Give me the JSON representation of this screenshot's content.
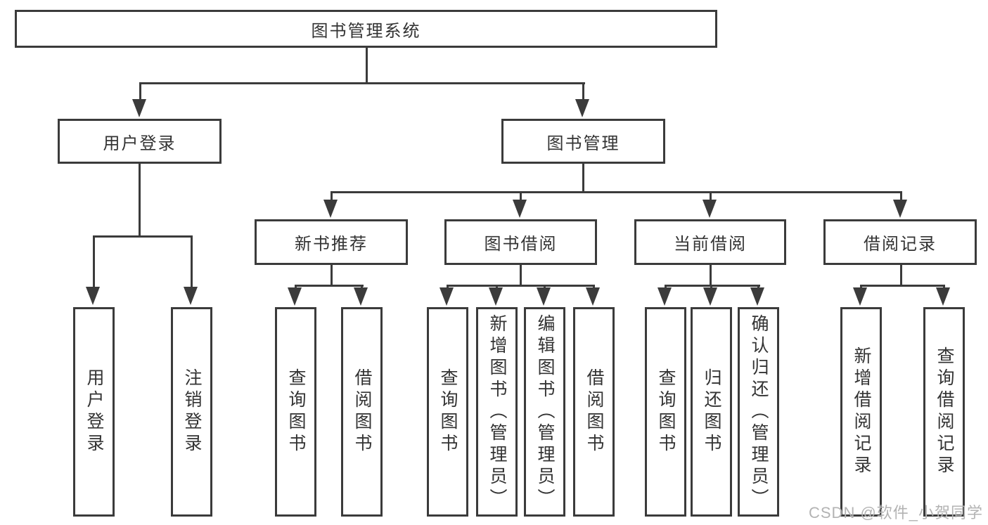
{
  "tree": {
    "root": {
      "label": "图书管理系统"
    },
    "branches": [
      {
        "label": "用户登录",
        "children": [
          {
            "label": "用户登录"
          },
          {
            "label": "注销登录"
          }
        ]
      },
      {
        "label": "图书管理",
        "children": [
          {
            "label": "新书推荐",
            "children": [
              {
                "label": "查询图书"
              },
              {
                "label": "借阅图书"
              }
            ]
          },
          {
            "label": "图书借阅",
            "children": [
              {
                "label": "查询图书"
              },
              {
                "label": "新增图书（管理员）"
              },
              {
                "label": "编辑图书（管理员）"
              },
              {
                "label": "借阅图书"
              }
            ]
          },
          {
            "label": "当前借阅",
            "children": [
              {
                "label": "查询图书"
              },
              {
                "label": "归还图书"
              },
              {
                "label": "确认归还（管理员）"
              }
            ]
          },
          {
            "label": "借阅记录",
            "children": [
              {
                "label": "新增借阅记录"
              },
              {
                "label": "查询借阅记录"
              }
            ]
          }
        ]
      }
    ]
  },
  "watermark": {
    "text": "CSDN @软件_小贺同学"
  },
  "colors": {
    "line": "#3b3b3b",
    "text": "#333333",
    "watermark": "#b3b3b3",
    "background": "#ffffff"
  }
}
